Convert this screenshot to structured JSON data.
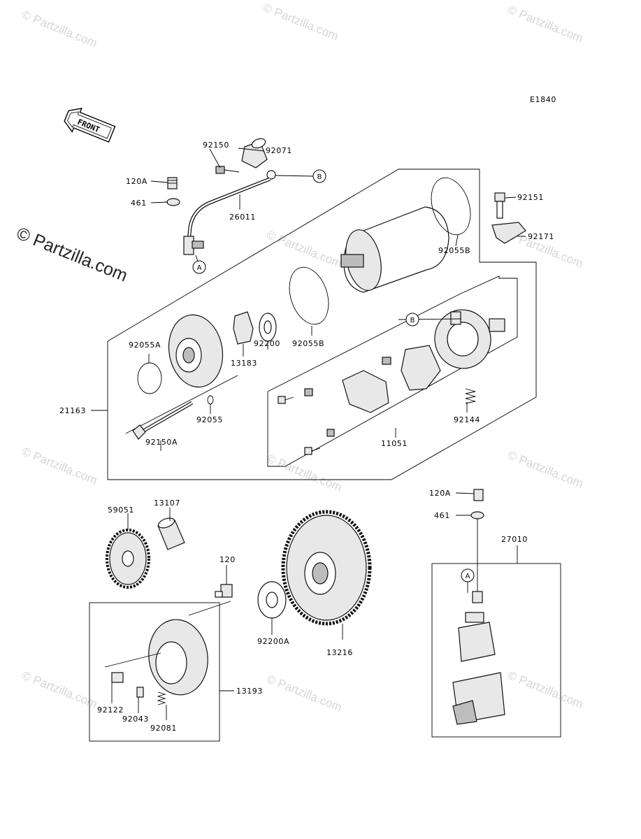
{
  "diagram_code": "E1840",
  "front_label": "FRONT",
  "watermark_text": "© Partzilla.com",
  "callouts": {
    "A": "A",
    "B": "B"
  },
  "labels": {
    "p92150": "92150",
    "p92071": "92071",
    "p120A_top": "120A",
    "p461_top": "461",
    "p26011": "26011",
    "p92151": "92151",
    "p92171": "92171",
    "p92055B_top": "92055B",
    "p92055B_mid": "92055B",
    "p92200": "92200",
    "p13183": "13183",
    "p92055A": "92055A",
    "p21163": "21163",
    "p92055": "92055",
    "p92150A": "92150A",
    "p92144": "92144",
    "p11051": "11051",
    "p120A_bot": "120A",
    "p461_bot": "461",
    "p27010": "27010",
    "p59051": "59051",
    "p13107": "13107",
    "p120": "120",
    "p92200A": "92200A",
    "p13216": "13216",
    "p13193": "13193",
    "p92122": "92122",
    "p92043": "92043",
    "p92081": "92081"
  },
  "colors": {
    "line": "#000000",
    "watermark": "#d6d6d6"
  }
}
